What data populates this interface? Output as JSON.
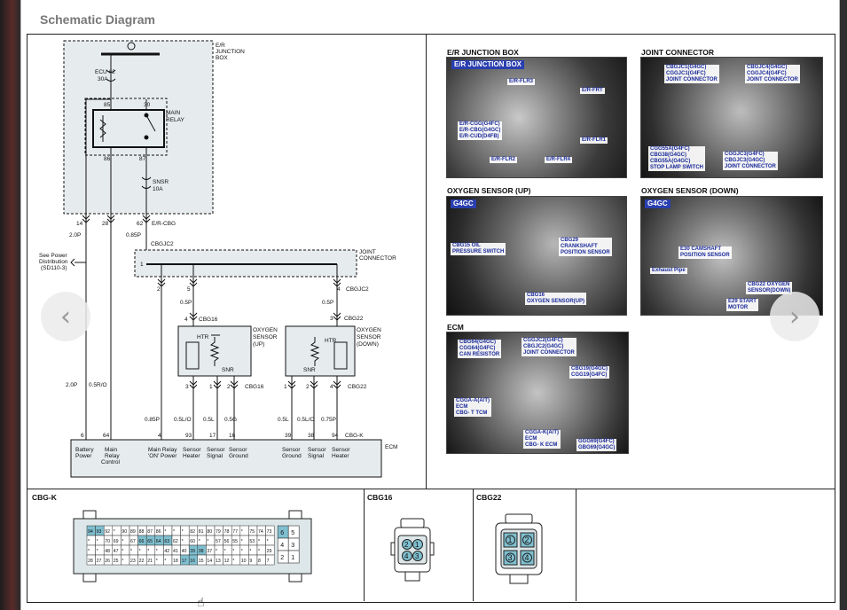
{
  "page": {
    "title": "Schematic Diagram"
  },
  "schematic": {
    "er_box_label": [
      "E/R",
      "JUNCTION",
      "BOX"
    ],
    "fuse1": [
      "ECU #2",
      "30A"
    ],
    "relay_label": [
      "MAIN",
      "RELAY"
    ],
    "relay_pins": [
      "85",
      "30",
      "86",
      "87"
    ],
    "fuse2": [
      "SNSR",
      "10A"
    ],
    "pins_row": [
      "14",
      "28",
      "62"
    ],
    "er_cbg": "E/R-CBG",
    "wire_20p": "2.0P",
    "wire_085p": "0.85P",
    "see_power": [
      "See Power",
      "Distribution",
      "(SD110-3)"
    ],
    "cbgjc2_top": "CBGJC2",
    "joint_pin1": "1",
    "joint_label": [
      "JOINT",
      "CONNECTOR"
    ],
    "joint_pins": [
      "2",
      "5",
      "4"
    ],
    "cbgjc2_right": "CBGJC2",
    "wire_05p": "0.5P",
    "cbg16_top": "CBG16",
    "cbg22_top": "CBG22",
    "pin4": "4",
    "pin3": "3",
    "htr": "HTR",
    "snr": "SNR",
    "o2_up": [
      "OXYGEN",
      "SENSOR",
      "(UP)"
    ],
    "o2_down": [
      "OXYGEN",
      "SENSOR",
      "(DOWN)"
    ],
    "cbg16_bot": "CBG16",
    "cbg22_bot": "CBG22",
    "bot_pins_up": [
      "3",
      "1",
      "2"
    ],
    "bot_pins_down": [
      "1",
      "2",
      "4"
    ],
    "wire_left": [
      "2.0P",
      "0.5R/O"
    ],
    "wire_mid": [
      "0.85P",
      "0.5L/O",
      "0.5L",
      "0.5G"
    ],
    "wire_right": [
      "0.5L",
      "0.5L/O",
      "0.75P"
    ],
    "ecm_pins": [
      "6",
      "64",
      "4",
      "93",
      "17",
      "16",
      "39",
      "38",
      "94"
    ],
    "cbgk": "CBG-K",
    "ecm_label": "ECM",
    "ecm_funcs": [
      [
        "Battery",
        "Power"
      ],
      [
        "Main",
        "Relay",
        "Control"
      ],
      [
        "Main Relay",
        "'ON' Power"
      ],
      [
        "Sensor",
        "Heater"
      ],
      [
        "Sensor",
        "Signal"
      ],
      [
        "Sensor",
        "Ground"
      ],
      [
        "Sensor",
        "Ground"
      ],
      [
        "Sensor",
        "Signal"
      ],
      [
        "Sensor",
        "Heater"
      ]
    ]
  },
  "photos": {
    "er_box": {
      "caption": "E/R JUNCTION BOX",
      "header": "E/R JUNCTION BOX",
      "tags": [
        "E/R-FLR3",
        "E/R-FRT",
        "E/R-CGG(G4FC)\nE/R-CBG(G4GC)\nE/R-CUD(D4FB)",
        "E/R-FLR1",
        "E/R-FLR2",
        "E/R-FLR4"
      ]
    },
    "joint": {
      "caption": "JOINT CONNECTOR",
      "tags": [
        "CBGJC1(G4GC)\nCGGJC1(G4FC)\nJOINT CONNECTOR",
        "CBGJC4(G4GC)\nCGGJC4(G4FC)\nJOINT CONNECTOR",
        "CGG55A(G4FC)\nCBG38(G4GC)\nCBG55A(G4GC)\nSTOP LAMP SWITCH",
        "CGGJC3(G4FC)\nCBGJC3(G4GC)\nJOINT CONNECTOR"
      ]
    },
    "o2up": {
      "caption": "OXYGEN SENSOR (UP)",
      "header": "G4GC",
      "tags": [
        "CBG15 OIL\nPRESSURE SWITCH",
        "CBG29\nCRANKSHAFT\nPOSITION SENSOR",
        "CBG16\nOXYGEN SENSOR(UP)"
      ]
    },
    "o2down": {
      "caption": "OXYGEN SENSOR (DOWN)",
      "header": "G4GC",
      "tags": [
        "E30 CAMSHAFT\nPOSITION SENSOR",
        "Exhaust Pipe",
        "CBG22 OXYGEN\nSENSOR(DOWN)",
        "E29 START\nMOTOR"
      ]
    },
    "ecm": {
      "caption": "ECM",
      "tags": [
        "CBG64(G4GC)\nCGG64(G4FC)\nCAN RESISTOR",
        "CGGJC2(G4FC)\nCBGJC2(G4GC)\nJOINT CONNECTOR",
        "CBG19(G4GC)\nCGG19(G4FC)",
        "CGGA-A(A/T)\nECM\nCBG- T TCM",
        "CGGA-K(A/T)\nECM\nCBG- K ECM",
        "GGG69(G4FC)\nGBG69(G4GC)"
      ]
    }
  },
  "connectors": {
    "cbgk": {
      "label": "CBG-K",
      "row1": [
        "94",
        "93",
        "92",
        "*",
        "90",
        "89",
        "88",
        "87",
        "86",
        "*",
        "*",
        "*",
        "82",
        "81",
        "80",
        "79",
        "78",
        "77",
        "*",
        "75",
        "74",
        "73"
      ],
      "row2": [
        "*",
        "*",
        "70",
        "69",
        "*",
        "67",
        "66",
        "65",
        "64",
        "63",
        "62",
        "*",
        "60",
        "*",
        "*",
        "57",
        "56",
        "55",
        "*",
        "53",
        "*",
        "*"
      ],
      "row3": [
        "*",
        "*",
        "48",
        "47",
        "*",
        "*",
        "*",
        "*",
        "*",
        "42",
        "41",
        "40",
        "39",
        "38",
        "37",
        "*",
        "*",
        "*",
        "*",
        "*",
        "*",
        "29"
      ],
      "row4": [
        "28",
        "27",
        "26",
        "25",
        "*",
        "23",
        "22",
        "21",
        "*",
        "*",
        "18",
        "17",
        "16",
        "15",
        "14",
        "13",
        "12",
        "*",
        "10",
        "9",
        "8",
        "7"
      ],
      "side": [
        "6",
        "5",
        "4",
        "3",
        "2",
        "1"
      ]
    },
    "cbg16": {
      "label": "CBG16",
      "pins": [
        "2",
        "1",
        "4",
        "3"
      ]
    },
    "cbg22": {
      "label": "CBG22",
      "pins": [
        "1",
        "2",
        "3",
        "4"
      ]
    }
  },
  "nav": {
    "prev": "‹",
    "next": "›"
  }
}
